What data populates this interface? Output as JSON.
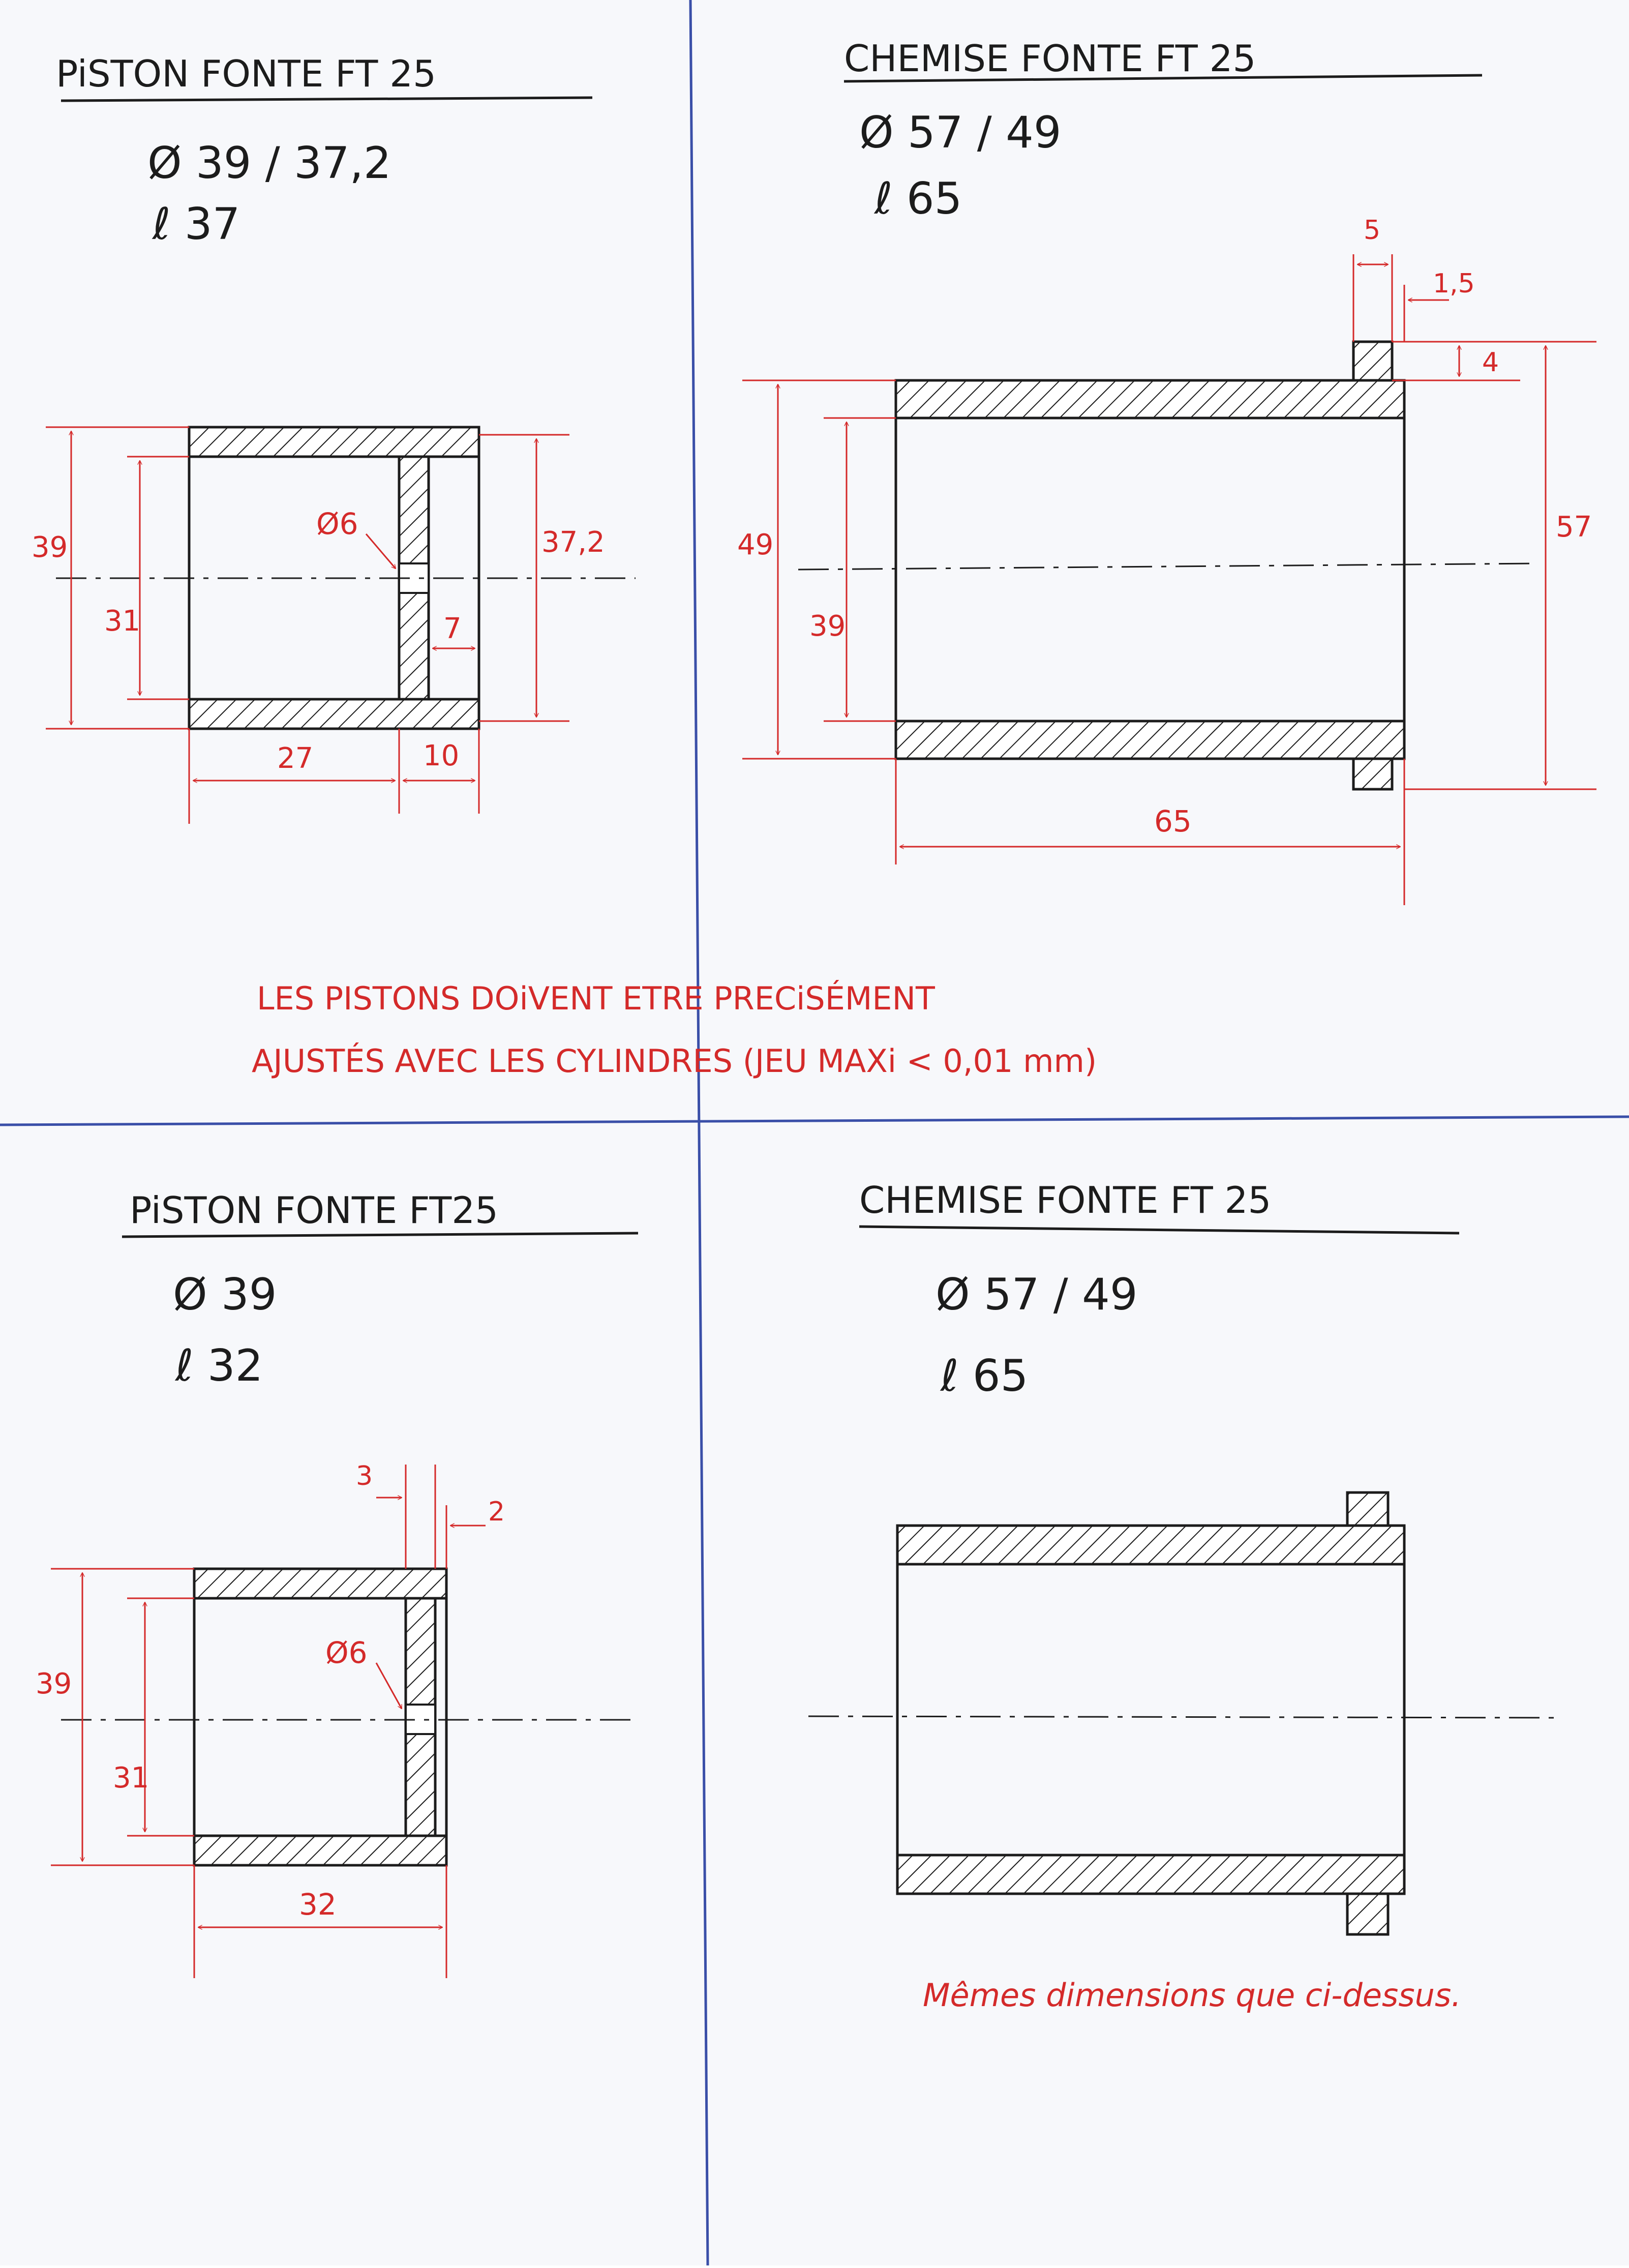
{
  "colors": {
    "paper": "#f7f8fb",
    "ink": "#1c1c1c",
    "dim": "#d42a2a",
    "grid": "#3a4fa8"
  },
  "panel_tl": {
    "title": "PiSTON FONTE FT 25",
    "spec_diameter": "Ø 39 / 37,2",
    "spec_length": "ℓ 37",
    "dims": {
      "d_outer": "39",
      "d_inner": "31",
      "d_rear": "37,2",
      "hole": "Ø6",
      "len_a": "27",
      "len_b": "10",
      "depth": "7"
    }
  },
  "panel_tr": {
    "title": "CHEMISE FONTE FT 25",
    "spec_diameter": "Ø 57 / 49",
    "spec_length": "ℓ 65",
    "dims": {
      "d_outer": "49",
      "d_inner": "39",
      "d_flange": "57",
      "flange_w": "5",
      "flange_step": "1,5",
      "flange_h": "4",
      "length": "65"
    }
  },
  "note": {
    "line1": "LES PISTONS DOiVENT ETRE PRECiSÉMENT",
    "line2": "AJUSTÉS AVEC LES CYLINDRES (JEU MAXi < 0,01 mm)"
  },
  "panel_bl": {
    "title": "PiSTON FONTE FT25",
    "spec_diameter": "Ø 39",
    "spec_length": "ℓ 32",
    "dims": {
      "d_outer": "39",
      "d_inner": "31",
      "hole": "Ø6",
      "top_a": "3",
      "top_b": "2",
      "length": "32"
    }
  },
  "panel_br": {
    "title": "CHEMISE FONTE FT 25",
    "spec_diameter": "Ø 57 / 49",
    "spec_length": "ℓ 65",
    "remark": "Mêmes dimensions que ci-dessus."
  }
}
